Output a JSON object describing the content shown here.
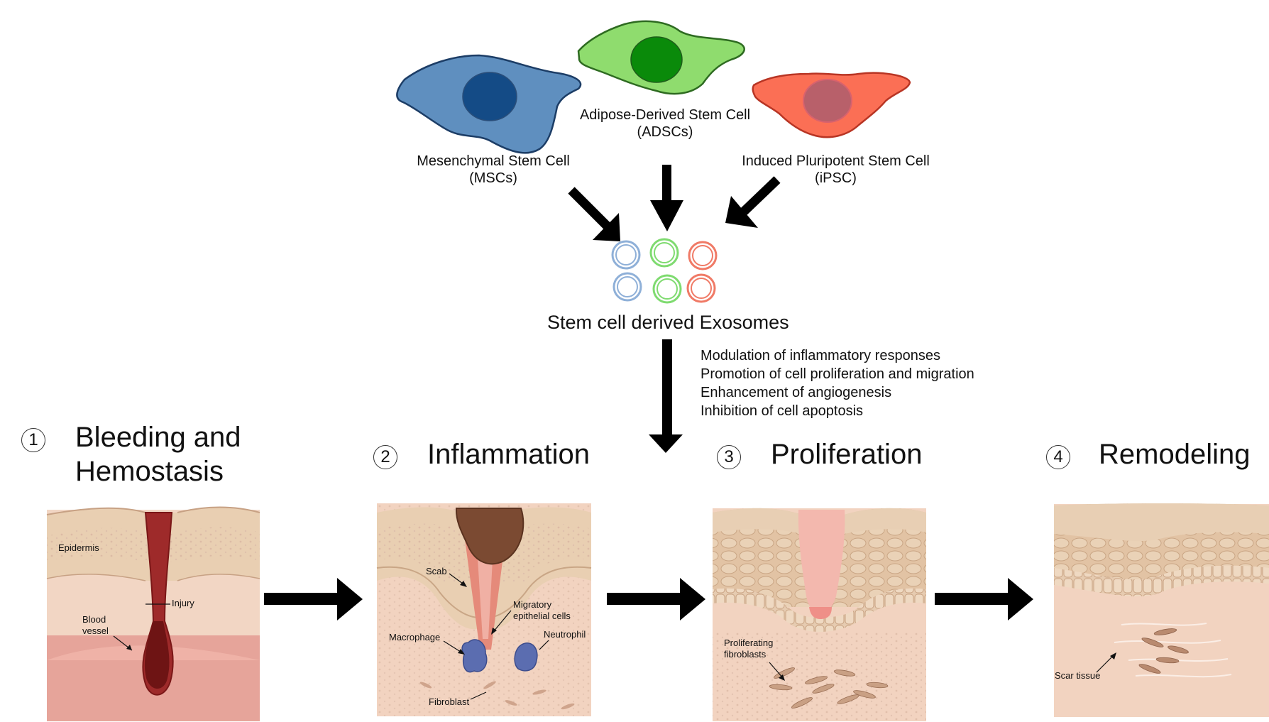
{
  "cells": [
    {
      "label": "Mesenchymal  Stem Cell",
      "abbr": "(MSCs)",
      "color": "#5f8fbf",
      "nucleus": "#144b86"
    },
    {
      "label": "Adipose-Derived  Stem Cell",
      "abbr": "(ADSCs)",
      "color": "#8fdc6e",
      "nucleus": "#0a8a0a"
    },
    {
      "label": "Induced  Pluripotent  Stem Cell",
      "abbr": "(iPSC)",
      "color": "#fb6f55",
      "nucleus": "#b8606a"
    }
  ],
  "exosomes": {
    "title": "Stem cell derived Exosomes",
    "colors": [
      "#8fb0d8",
      "#7fdb70",
      "#f07a66"
    ]
  },
  "effects": [
    "Modulation  of inflammatory  responses",
    "Promotion  of cell proliferation and migration",
    "Enhancement  of angiogenesis",
    "Inhibition  of cell apoptosis"
  ],
  "stages": [
    {
      "number": "1",
      "title_line1": "Bleeding  and",
      "title_line2": "Hemostasis"
    },
    {
      "number": "2",
      "title_line1": "Inflammation"
    },
    {
      "number": "3",
      "title_line1": "Proliferation"
    },
    {
      "number": "4",
      "title_line1": "Remodeling"
    }
  ],
  "panel_labels": {
    "p1": {
      "epidermis": "Epidermis",
      "injury": "Injury",
      "blood_vessel_1": "Blood",
      "blood_vessel_2": "vessel"
    },
    "p2": {
      "scab": "Scab",
      "migratory_1": "Migratory",
      "migratory_2": "epithelial  cells",
      "macrophage": "Macrophage",
      "neutrophil": "Neutrophil",
      "fibroblast": "Fibroblast"
    },
    "p3": {
      "prolif_1": "Proliferating",
      "prolif_2": "fibroblasts"
    },
    "p4": {
      "scar": "Scar tissue"
    }
  }
}
